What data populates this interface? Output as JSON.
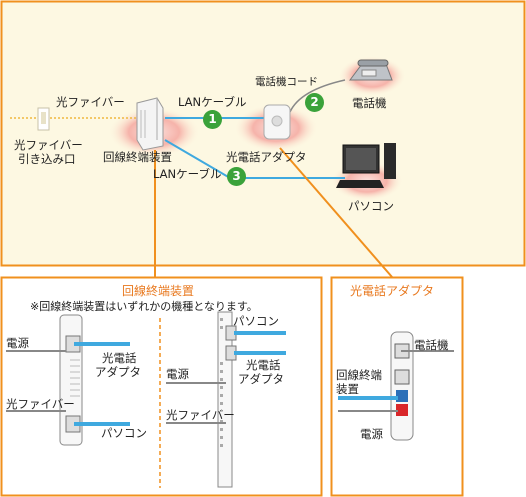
{
  "overview": {
    "fiber_label": "光ファイバー",
    "fiber_inlet": [
      "光ファイバー",
      "引き込み口"
    ],
    "onu_label": "回線終端装置",
    "adapter_label": "光電話アダプタ",
    "phone_label": "電話機",
    "phone_cord_label": "電話機コード",
    "pc_label": "パソコン",
    "lan_cable_1": "LANケーブル",
    "lan_cable_3": "LANケーブル",
    "badges": [
      "1",
      "2",
      "3"
    ]
  },
  "onu_panel": {
    "title": "回線終端装置",
    "note": "※回線終端装置はいずれかの機種となります。",
    "left_device": {
      "power": "電源",
      "adapter": [
        "光電話",
        "アダプタ"
      ],
      "fiber": "光ファイバー",
      "pc": "パソコン"
    },
    "right_device": {
      "pc": "パソコン",
      "adapter": [
        "光電話",
        "アダプタ"
      ],
      "power": "電源",
      "fiber": "光ファイバー"
    }
  },
  "adapter_panel": {
    "title": "光電話アダプタ",
    "phone": "電話機",
    "onu": [
      "回線終端",
      "装置"
    ],
    "power": "電源"
  },
  "colors": {
    "border": "#f0901e",
    "background": "#fdf8e2",
    "halo": "#f3a39b",
    "cable": "#3fa9df",
    "badge": "#3aa23a",
    "fiber": "#f0b840"
  }
}
